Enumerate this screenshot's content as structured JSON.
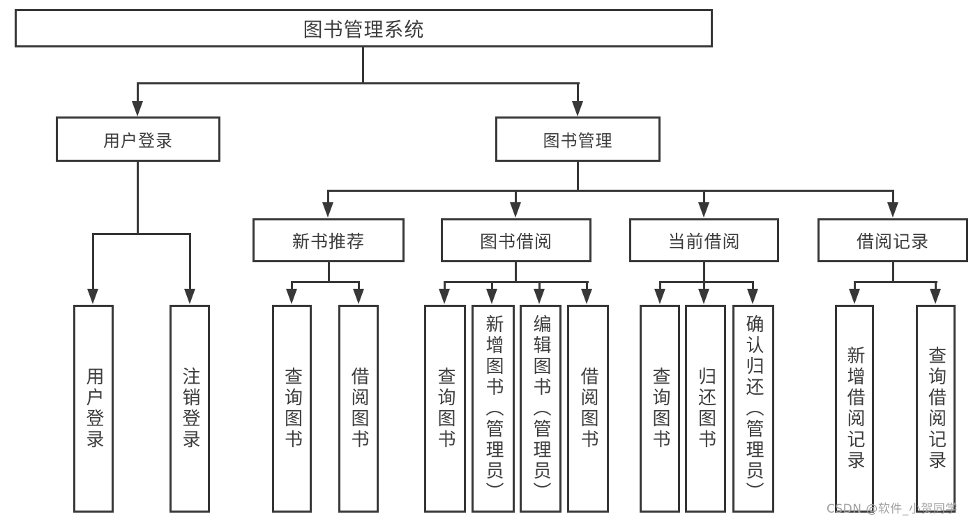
{
  "colors": {
    "line": "#383838",
    "box_border": "#383838",
    "text": "#3d3d3d",
    "watermark": "#9f9f9f",
    "background": "#ffffff"
  },
  "tree": {
    "root": {
      "label": "图书管理系统"
    },
    "branches": [
      {
        "label": "用户登录",
        "children": [
          {
            "label": "用户登录"
          },
          {
            "label": "注销登录"
          }
        ]
      },
      {
        "label": "图书管理",
        "children": [
          {
            "label": "新书推荐",
            "children": [
              {
                "label": "查询图书"
              },
              {
                "label": "借阅图书"
              }
            ]
          },
          {
            "label": "图书借阅",
            "children": [
              {
                "label": "查询图书"
              },
              {
                "label": "新增图书（管理员）"
              },
              {
                "label": "编辑图书（管理员）"
              },
              {
                "label": "借阅图书"
              }
            ]
          },
          {
            "label": "当前借阅",
            "children": [
              {
                "label": "查询图书"
              },
              {
                "label": "归还图书"
              },
              {
                "label": "确认归还（管理员）"
              }
            ]
          },
          {
            "label": "借阅记录",
            "children": [
              {
                "label": "新增借阅记录"
              },
              {
                "label": "查询借阅记录"
              }
            ]
          }
        ]
      }
    ]
  },
  "watermark": {
    "text": "CSDN @软件_小贺同学"
  }
}
